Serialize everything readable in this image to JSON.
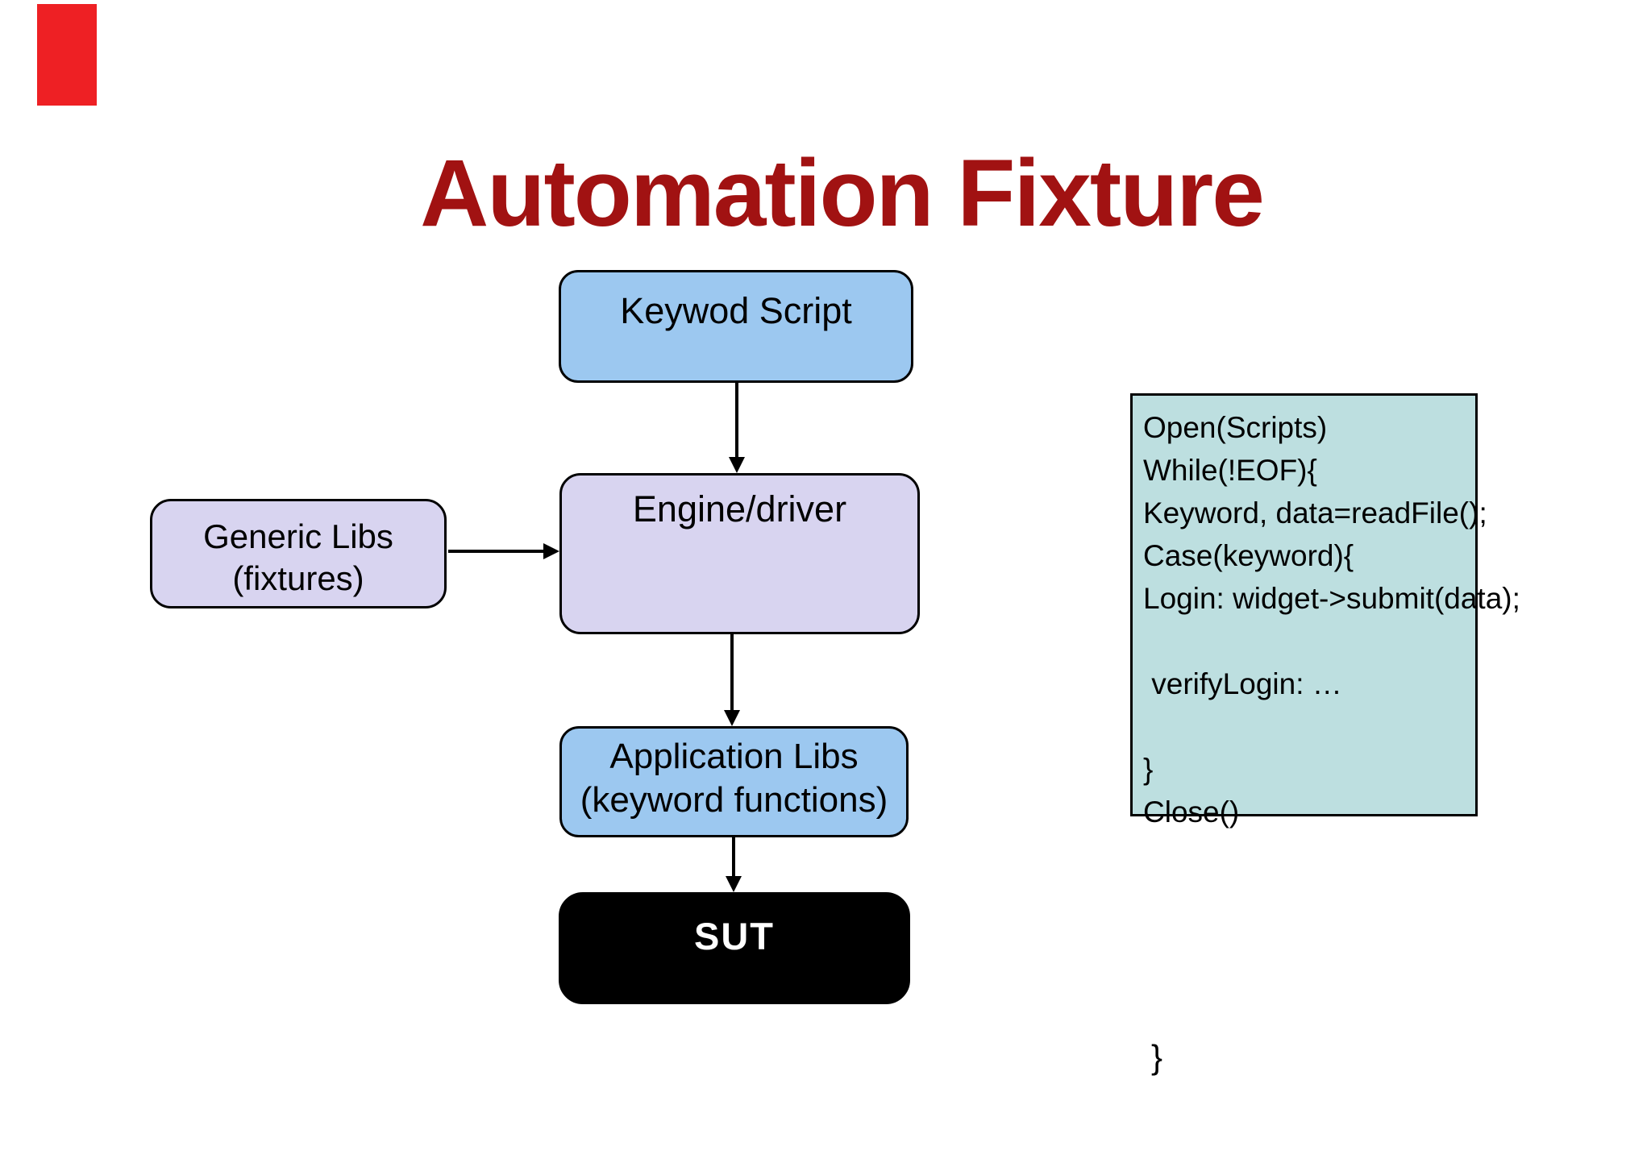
{
  "title": "Automation Fixture",
  "colors": {
    "title_red": "#a11212",
    "marker_red": "#ee2024",
    "node_blue": "#9cc8f0",
    "node_lavender": "#d8d4f0",
    "code_panel_bg": "#bddfe0",
    "sut_bg": "#000000",
    "sut_text": "#ffffff",
    "border_black": "#000000"
  },
  "nodes": {
    "keyword_script": {
      "label": "Keywod Script"
    },
    "engine_driver": {
      "label": "Engine/driver"
    },
    "generic_libs": {
      "line1": "Generic Libs",
      "line2": "(fixtures)"
    },
    "application_libs": {
      "line1": "Application Libs",
      "line2": "(keyword functions)"
    },
    "sut": {
      "label": "SUT"
    }
  },
  "code_panel": {
    "lines": [
      "Open(Scripts)",
      "While(!EOF){",
      "Keyword, data=readFile();",
      "Case(keyword){",
      "Login: widget->submit(data);",
      "",
      " verifyLogin: …",
      "",
      "}",
      "Close()"
    ]
  },
  "footer_brace": "}"
}
